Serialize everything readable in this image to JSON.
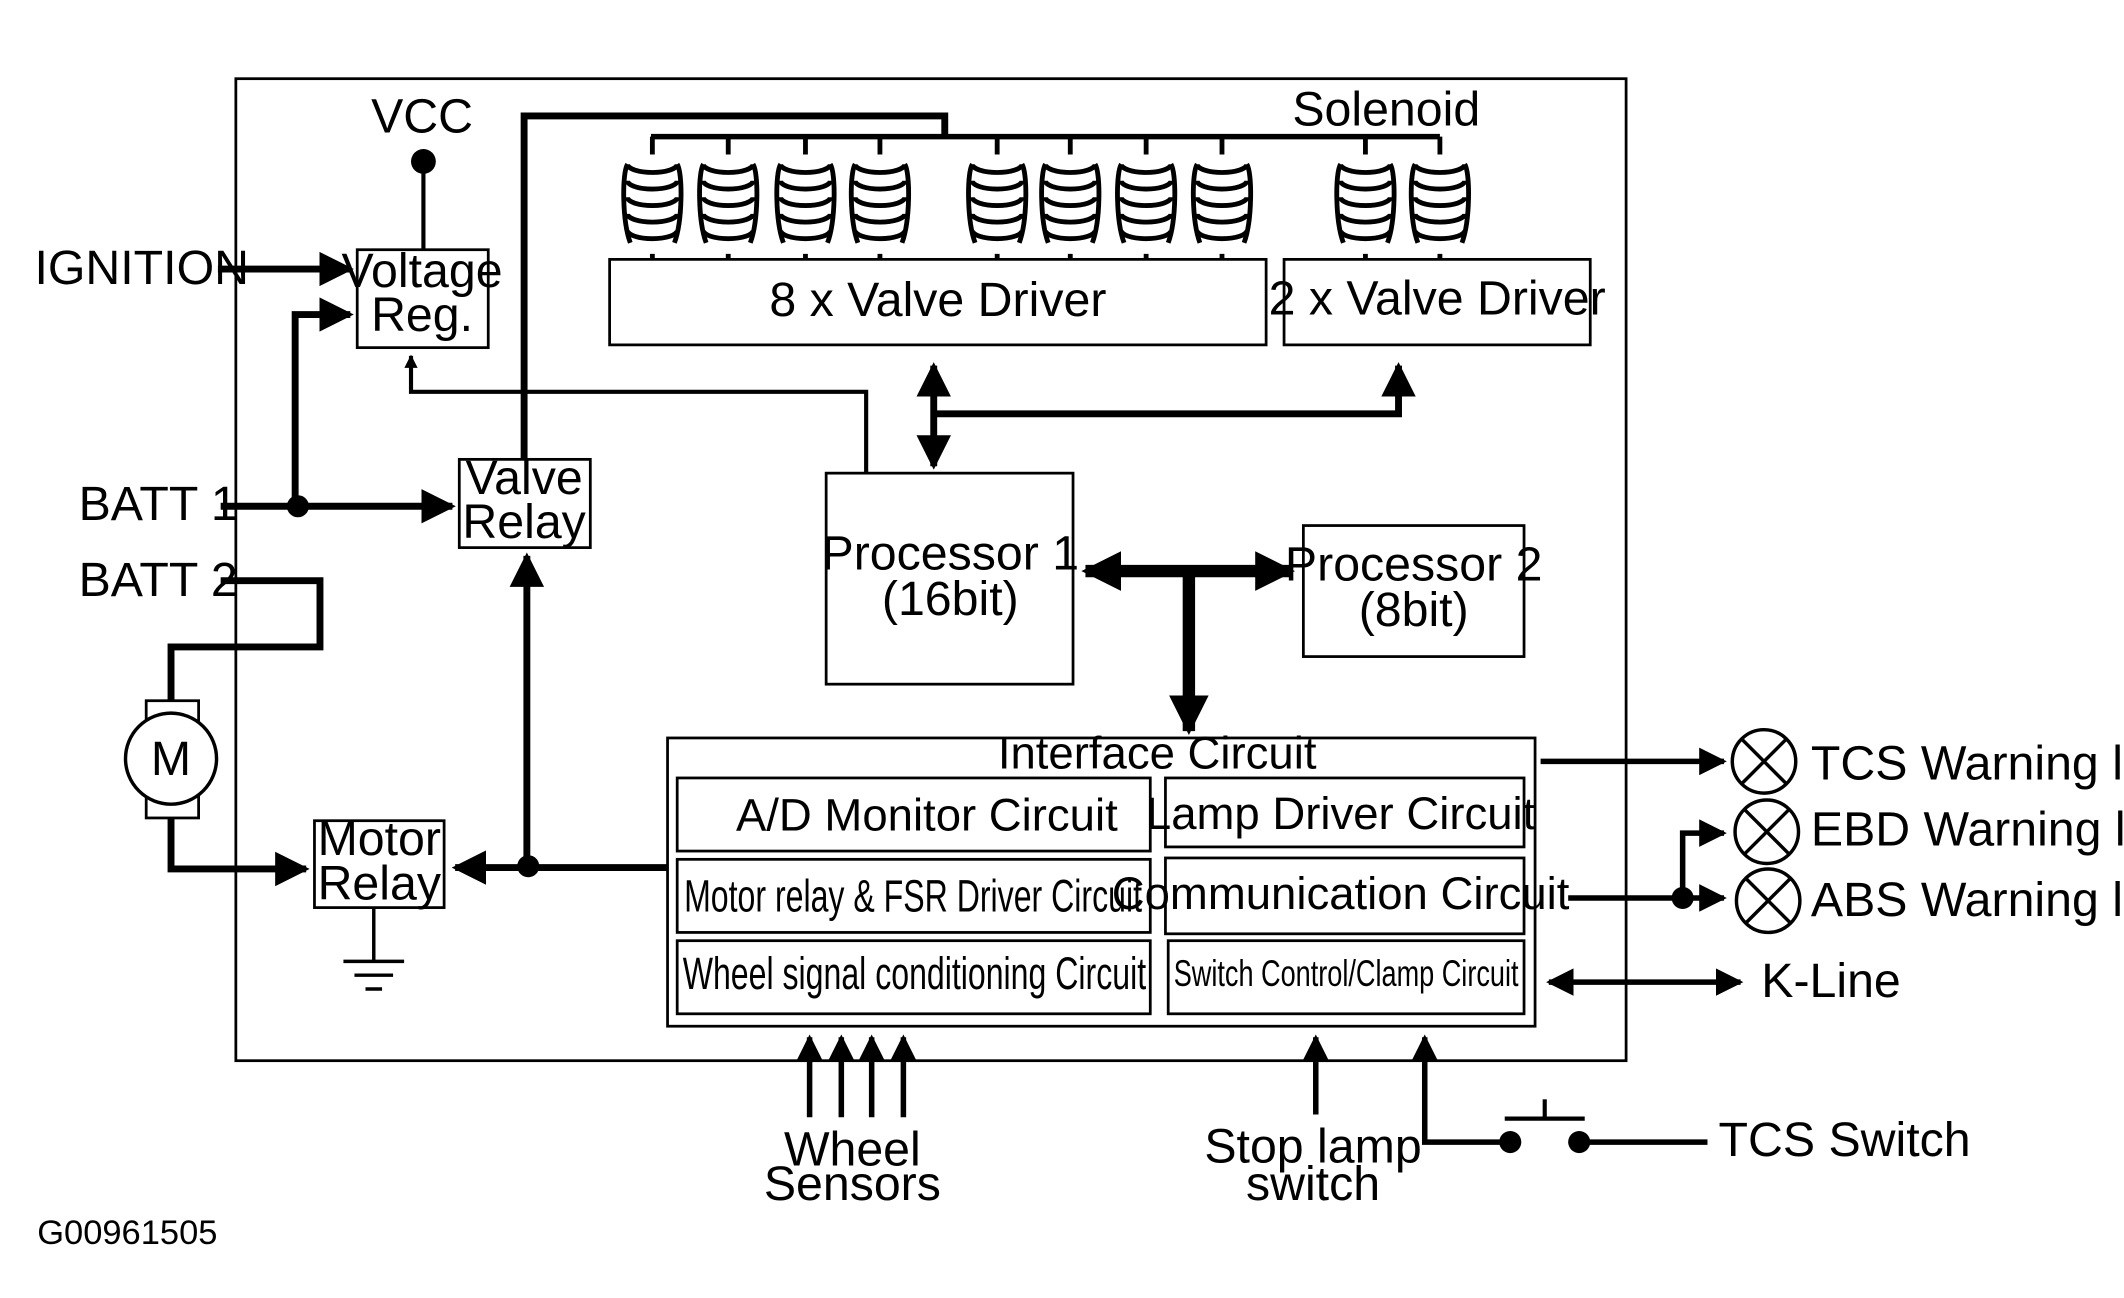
{
  "inputs": {
    "vcc": "VCC",
    "ignition": "IGNITION",
    "batt1": "BATT 1",
    "batt2": "BATT 2"
  },
  "solenoid_label": "Solenoid",
  "motor_symbol": "M",
  "blocks": {
    "voltage_reg": [
      "Voltage",
      "Reg."
    ],
    "valve_relay": [
      "Valve",
      "Relay"
    ],
    "motor_relay": [
      "Motor",
      "Relay"
    ],
    "valve_driver_8": "8 x Valve Driver",
    "valve_driver_2": "2 x Valve Driver",
    "processor1": [
      "Processor 1",
      "(16bit)"
    ],
    "processor2": [
      "Processor 2",
      "(8bit)"
    ]
  },
  "interface": {
    "title": "Interface Circuit",
    "left_circuits": [
      "A/D Monitor Circuit",
      "Motor relay & FSR Driver Circuit",
      "Wheel signal conditioning Circuit"
    ],
    "right_circuits": [
      "Lamp Driver Circuit",
      "Communication Circuit",
      "Switch Control/Clamp Circuit"
    ]
  },
  "outputs": {
    "tcs_lamp": "TCS Warning lamp",
    "ebd_lamp": "EBD Warning lamp",
    "abs_lamp": "ABS Warning lamp",
    "k_line": "K-Line",
    "tcs_switch": "TCS Switch"
  },
  "bottom_inputs": {
    "wheel_sensors": [
      "Wheel",
      "Sensors"
    ],
    "stop_lamp": [
      "Stop lamp",
      "switch"
    ]
  },
  "figure_code": "G00961505"
}
